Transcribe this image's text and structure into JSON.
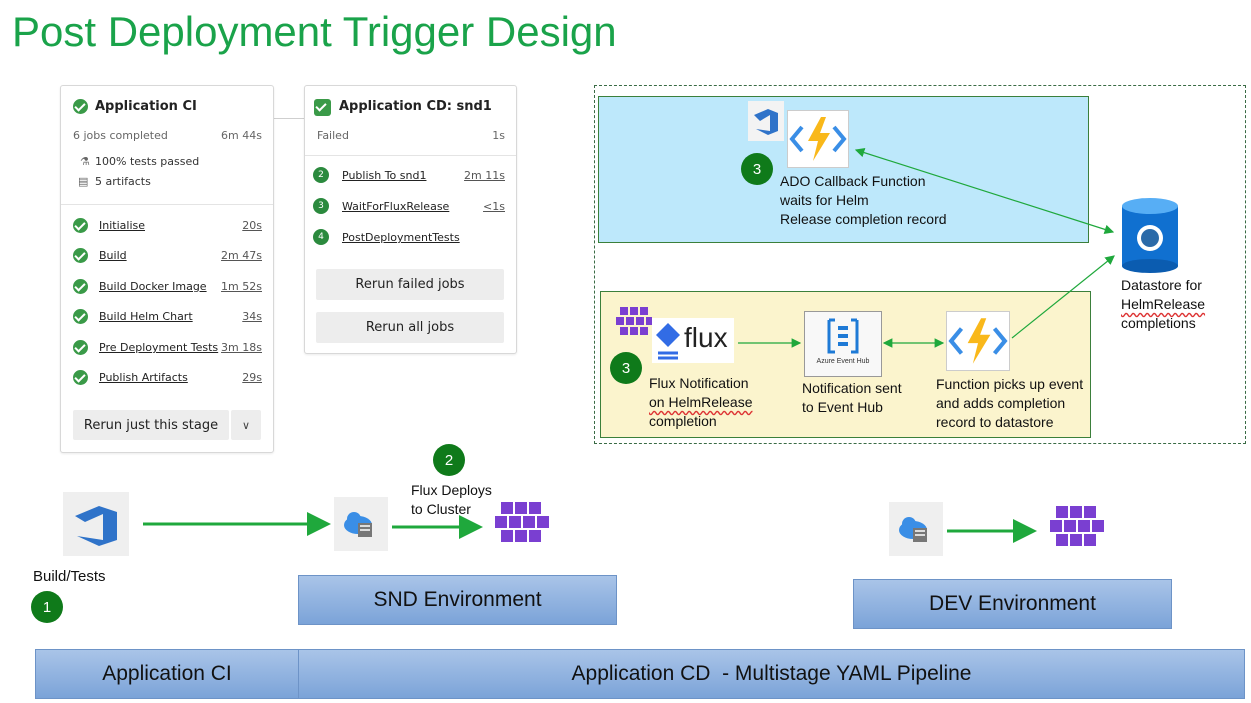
{
  "title": "Post Deployment Trigger Design",
  "ci_card": {
    "title": "Application CI",
    "jobs_completed": "6 jobs completed",
    "duration": "6m 44s",
    "tests": "100% tests passed",
    "artifacts": "5 artifacts",
    "jobs": [
      {
        "name": "Initialise",
        "time": "20s"
      },
      {
        "name": "Build",
        "time": "2m 47s"
      },
      {
        "name": "Build Docker Image",
        "time": "1m 52s"
      },
      {
        "name": "Build Helm Chart",
        "time": "34s"
      },
      {
        "name": "Pre Deployment Tests",
        "time": "3m 18s"
      },
      {
        "name": "Publish Artifacts",
        "time": "29s"
      }
    ],
    "rerun_stage": "Rerun just this stage"
  },
  "cd_card": {
    "title": "Application CD: snd1",
    "status": "Failed",
    "duration": "1s",
    "jobs": [
      {
        "num": "2",
        "name": "Publish To snd1",
        "time": "2m 11s"
      },
      {
        "num": "3",
        "name": "WaitForFluxRelease",
        "time": "<1s"
      },
      {
        "num": "4",
        "name": "PostDeploymentTests",
        "time": ""
      }
    ],
    "rerun_failed": "Rerun failed jobs",
    "rerun_all": "Rerun all jobs"
  },
  "ado_callback": {
    "step": "3",
    "text_lines": [
      "ADO Callback Function",
      "waits for Helm",
      "Release completion record"
    ]
  },
  "flux_notification": {
    "step": "3",
    "logo_text": "flux",
    "text_lines": [
      "Flux Notification",
      "on HelmRelease",
      "completion"
    ]
  },
  "event_hub": {
    "logo_text": "Azure Event Hub",
    "text_lines": [
      "Notification sent",
      "to Event Hub"
    ]
  },
  "function_pickup": {
    "text_lines": [
      "Function picks up event",
      "and adds completion",
      "record to datastore"
    ]
  },
  "datastore": {
    "text_lines": [
      "Datastore for",
      "HelmRelease",
      "completions"
    ]
  },
  "build_tests": {
    "label": "Build/Tests",
    "step": "1"
  },
  "flux_deploys": {
    "step": "2",
    "text_lines": [
      "Flux Deploys",
      "to Cluster"
    ]
  },
  "snd_env": "SND Environment",
  "dev_env": "DEV Environment",
  "app_ci_bar": "Application CI",
  "app_cd_bar": "Application CD  - Multistage YAML Pipeline",
  "colors": {
    "title_green": "#1aa34a",
    "step_green": "#0f7a1a",
    "arrow_green": "#1fa83c",
    "blue_box": "#bde8fb",
    "yellow_box": "#fbf4cd",
    "bar_blue": "#8fb3e0"
  }
}
